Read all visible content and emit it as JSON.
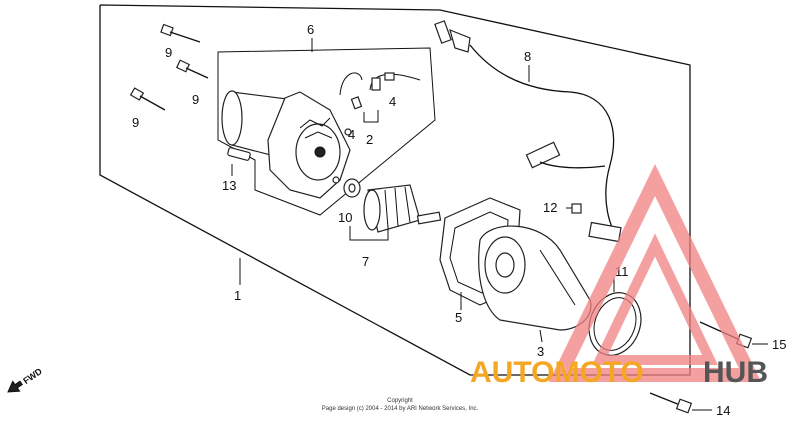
{
  "callouts": {
    "c1": "1",
    "c2": "2",
    "c3": "3",
    "c4a": "4",
    "c4b": "4",
    "c5": "5",
    "c6": "6",
    "c7": "7",
    "c8": "8",
    "c9a": "9",
    "c9b": "9",
    "c9c": "9",
    "c10": "10",
    "c11": "11",
    "c12": "12",
    "c13": "13",
    "c14": "14",
    "c15": "15"
  },
  "fwd_label": "FWD",
  "copyright": {
    "line1": "Copyright",
    "line2": "Page design (c) 2004 - 2014 by ARI Network Services, Inc."
  },
  "watermark": {
    "part1": "AUTOMOTO",
    "part2": "HUB",
    "color1": "#f5a623",
    "color2": "#555555",
    "triangle_color": "#f08080"
  }
}
